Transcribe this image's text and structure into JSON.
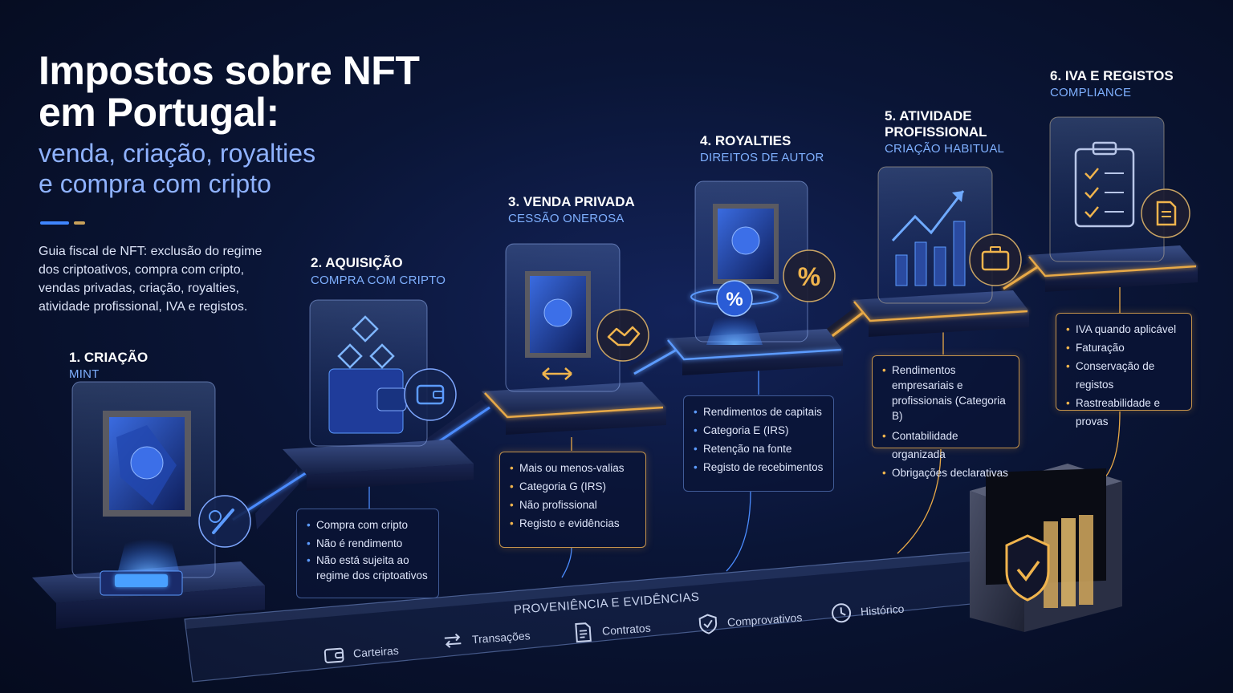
{
  "header": {
    "title_line1": "Impostos sobre NFT",
    "title_line2": "em Portugal:",
    "subtitle_line1": "venda, criação, royalties",
    "subtitle_line2": "e compra com cripto",
    "description": "Guia fiscal de NFT: exclusão do regime dos criptoativos, compra com cripto, vendas privadas, criação, royalties, atividade profissional, IVA e registos."
  },
  "steps": [
    {
      "title": "1. CRIAÇÃO",
      "subtitle": "MINT",
      "icon": "paint-brush-icon"
    },
    {
      "title": "2. AQUISIÇÃO",
      "subtitle": "COMPRA COM CRIPTO",
      "icon": "wallet-icon",
      "bullets": [
        "Compra com cripto",
        "Não é rendimento",
        "Não está sujeita ao regime dos criptoativos"
      ]
    },
    {
      "title": "3. VENDA PRIVADA",
      "subtitle": "CESSÃO ONEROSA",
      "icon": "handshake-icon",
      "bullets": [
        "Mais ou menos-valias",
        "Categoria G (IRS)",
        "Não profissional",
        "Registo e evidências"
      ]
    },
    {
      "title": "4. ROYALTIES",
      "subtitle": "DIREITOS DE AUTOR",
      "icon": "percent-icon",
      "bullets": [
        "Rendimentos de capitais",
        "Categoria E (IRS)",
        "Retenção na fonte",
        "Registo de recebimentos"
      ]
    },
    {
      "title": "5. ATIVIDADE\nPROFISSIONAL",
      "subtitle": "CRIAÇÃO HABITUAL",
      "icon": "briefcase-icon",
      "bullets": [
        "Rendimentos empresariais e profissionais (Categoria B)",
        "Contabilidade organizada",
        "Obrigações declarativas"
      ]
    },
    {
      "title": "6. IVA E REGISTOS",
      "subtitle": "COMPLIANCE",
      "icon": "document-icon",
      "bullets": [
        "IVA quando aplicável",
        "Faturação",
        "Conservação de registos",
        "Rastreabilidade e provas"
      ]
    }
  ],
  "evidence": {
    "label": "PROVENIÊNCIA E EVIDÊNCIAS",
    "items": [
      {
        "label": "Carteiras",
        "icon": "wallet-icon"
      },
      {
        "label": "Transações",
        "icon": "transfer-arrows-icon"
      },
      {
        "label": "Contratos",
        "icon": "contract-icon"
      },
      {
        "label": "Comprovativos",
        "icon": "shield-check-icon"
      },
      {
        "label": "Histórico",
        "icon": "clock-icon"
      }
    ]
  },
  "colors": {
    "accent_blue": "#3f86ff",
    "accent_gold": "#e8a947",
    "background": "#0a1536"
  }
}
